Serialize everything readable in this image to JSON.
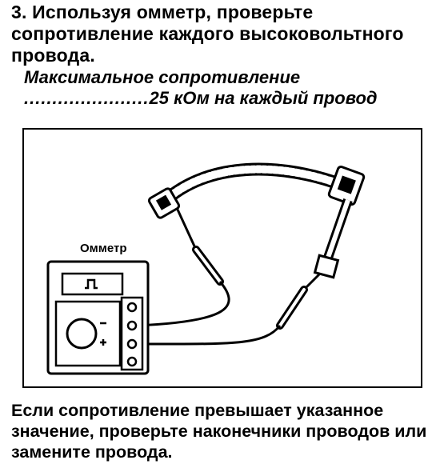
{
  "step_text": "3. Используя омметр, проверьте сопротивление каждого высоковольтного провода.",
  "spec": {
    "title": "Максимальное сопротивление",
    "dots": "......................",
    "value": "25 кОм на каждый провод"
  },
  "figure": {
    "ohmmeter_label": "Омметр"
  },
  "note_text": "Если сопротивление превышает указанное значение, проверьте наконечники проводов или замените провода."
}
